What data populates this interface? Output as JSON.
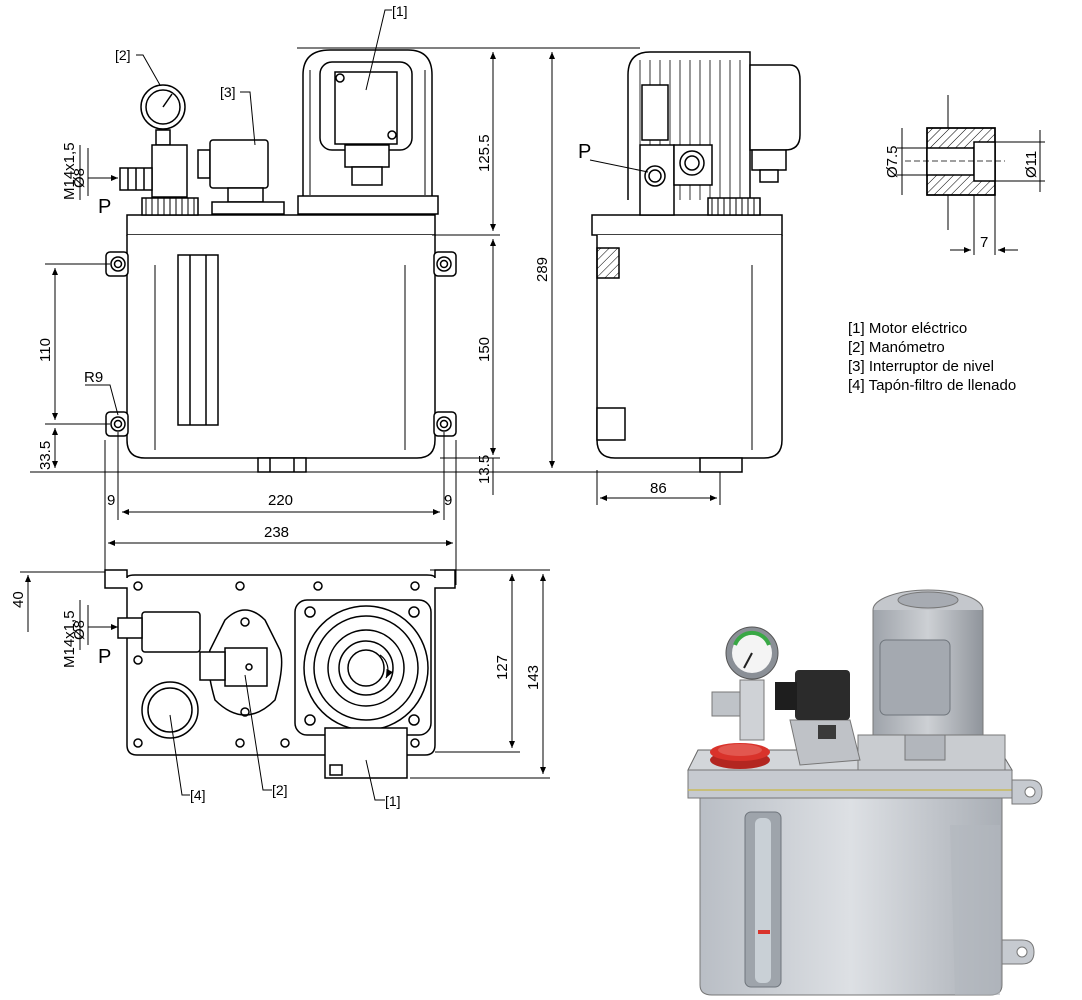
{
  "callouts": {
    "c1": "[1]",
    "c2": "[2]",
    "c3": "[3]",
    "c4": "[4]"
  },
  "port": {
    "thread": "M14x1,5",
    "diameter": "Ø8",
    "letter": "P"
  },
  "dimensions": {
    "motor_height": "125.5",
    "total_height": "289",
    "tank_height": "150",
    "hole_spacing_v": "110",
    "fillet_radius": "R9",
    "bottom_hole_offset": "33.5",
    "bottom_offset": "13.5",
    "edge_left": "9",
    "hole_spacing_h": "220",
    "edge_right": "9",
    "total_width": "238",
    "side_depth": "86",
    "top_offset": "40",
    "top_depth_inner": "127",
    "top_depth_total": "143",
    "detail_d1": "Ø7.5",
    "detail_d2": "Ø11",
    "detail_depth": "7"
  },
  "legend": [
    "[1] Motor eléctrico",
    "[2] Manómetro",
    "[3] Interruptor de nivel",
    "[4] Tapón-filtro de llenado"
  ],
  "colors": {
    "line": "#000000",
    "tank_body": "#cfd3d8",
    "motor_body": "#b8bcc2",
    "cap_red": "#d9332b",
    "gauge_green": "#39a845"
  }
}
